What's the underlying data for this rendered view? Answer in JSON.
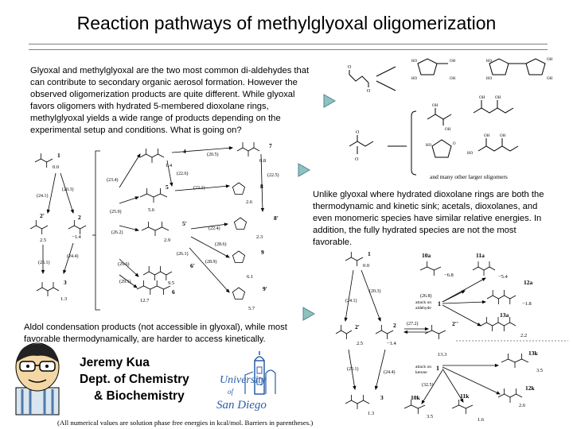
{
  "title": "Reaction pathways of methylglyoxal oligomerization",
  "intro_text": "Glyoxal and methylglyoxal are the two most common di-aldehydes that can contribute to secondary organic aerosol formation. However the observed oligomerization products are quite different. While glyoxal favors oligomers with hydrated 5-membered dioxolane rings, methylglyoxal yields a wide range of products depending on the experimental setup and conditions. What is going on?",
  "middle_text": "Unlike glyoxal where hydrated dioxolane rings are both the thermodynamic and kinetic sink; acetals, dioxolanes, and even monomeric species have similar relative energies. In addition, the fully hydrated species are not the most favorable.",
  "aldol_text": "Aldol condensation products (not accessible in glyoxal), while most favorable thermodynamically, are harder to access kinetically.",
  "author": {
    "name": "Jeremy Kua",
    "dept_line1": "Dept. of Chemistry",
    "dept_line2": "& Biochemistry"
  },
  "logo": {
    "line1": "University",
    "line2": "of",
    "line3": "San Diego"
  },
  "top_right_caption": "and many other larger oligomers",
  "footnote": "(All numerical values are solution phase free energies in kcal/mol. Barriers in parentheses.)",
  "scheme_left": {
    "species": [
      {
        "id": "1",
        "energy": "0.0"
      },
      {
        "id": "2'",
        "energy": "2.5"
      },
      {
        "id": "2",
        "energy": "−1.4"
      },
      {
        "id": "3",
        "energy": "1.3"
      },
      {
        "id": "4",
        "energy": "1.4"
      },
      {
        "id": "5",
        "energy": "5.6"
      },
      {
        "id": "5'",
        "energy": "2.9"
      },
      {
        "id": "6",
        "energy": "12.7"
      },
      {
        "id": "6'",
        "energy": "9.5"
      },
      {
        "id": "7",
        "energy": "0.8"
      },
      {
        "id": "8",
        "energy": "2.6"
      },
      {
        "id": "8'",
        "energy": "2.3"
      },
      {
        "id": "9",
        "energy": "6.1"
      },
      {
        "id": "9'",
        "energy": "5.7"
      }
    ],
    "barriers": [
      "(20.3)",
      "(24.1)",
      "(25.1)",
      "(24.4)",
      "(23.4)",
      "(25.9)",
      "(26.2)",
      "(29.6)",
      "(29.1)",
      "(20.5)",
      "(22.6)",
      "(23.1)",
      "(22.5)",
      "(22.4)",
      "(28.6)",
      "(26.1)",
      "(28.9)"
    ]
  },
  "scheme_right": {
    "species": [
      {
        "id": "1",
        "energy": "0.0"
      },
      {
        "id": "2'",
        "energy": "2.5"
      },
      {
        "id": "2",
        "energy": "−1.4"
      },
      {
        "id": "2''",
        "energy": "13.3"
      },
      {
        "id": "3",
        "energy": "1.3"
      },
      {
        "id": "10a",
        "energy": "−6.8"
      },
      {
        "id": "11a",
        "energy": "−5.4"
      },
      {
        "id": "12a",
        "energy": "−1.8"
      },
      {
        "id": "13a",
        "energy": "2.2"
      },
      {
        "id": "13k",
        "energy": "3.5"
      },
      {
        "id": "12k",
        "energy": "2.6"
      },
      {
        "id": "11k",
        "energy": "1.6"
      },
      {
        "id": "10k",
        "energy": "3.5"
      }
    ],
    "barriers": [
      "(20.3)",
      "(24.1)",
      "(27.2)",
      "(26.8)",
      "(32.5)",
      "(25.1)",
      "(24.4)"
    ],
    "attack_aldehyde": [
      "attack on",
      "aldehyde"
    ],
    "attack_ketone": [
      "attack on",
      "ketone"
    ],
    "scheme_labels": [
      "1",
      "1"
    ]
  },
  "colors": {
    "arrow_fill": "#8cc4bd",
    "arrow_stroke": "#5a7f99",
    "rule": "#7f7f7f",
    "logo_blue": "#2a5ea8"
  }
}
